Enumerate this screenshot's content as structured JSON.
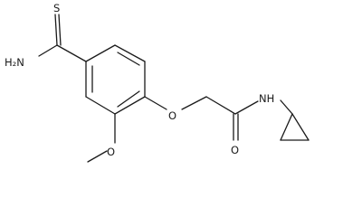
{
  "labels": {
    "thio_sulfur": "S",
    "thioamide_nh2": "H₂N",
    "methoxy_oxygen": "O",
    "ether_oxygen": "O",
    "amide_oxygen": "O",
    "amide_nh": "NH"
  }
}
